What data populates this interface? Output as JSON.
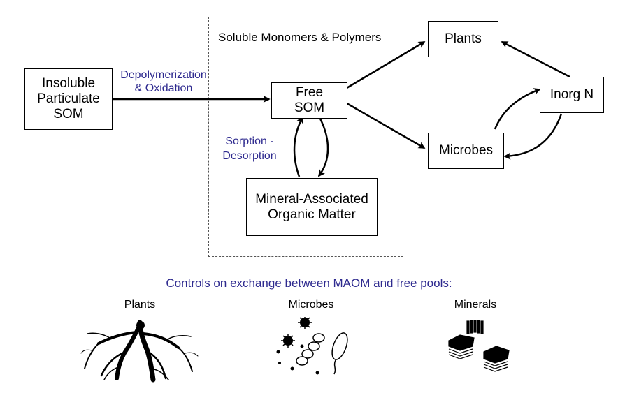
{
  "pool_region": {
    "label": "Soluble Monomers & Polymers"
  },
  "nodes": {
    "insoluble": "Insoluble\nParticulate\nSOM",
    "free_som": "Free\nSOM",
    "maom": "Mineral-Associated\nOrganic Matter",
    "plants": "Plants",
    "microbes": "Microbes",
    "inorg_n": "Inorg N"
  },
  "edge_labels": {
    "depolymerization": "Depolymerization\n& Oxidation",
    "sorption": "Sorption -\nDesorption"
  },
  "controls": {
    "title": "Controls on exchange between MAOM and free pools:",
    "items": [
      {
        "label": "Plants",
        "icon": "plant-roots-icon"
      },
      {
        "label": "Microbes",
        "icon": "microbes-icon"
      },
      {
        "label": "Minerals",
        "icon": "minerals-icon"
      }
    ]
  },
  "colors": {
    "accent": "#2e2a8f",
    "line": "#000000",
    "dash": "#555555"
  }
}
